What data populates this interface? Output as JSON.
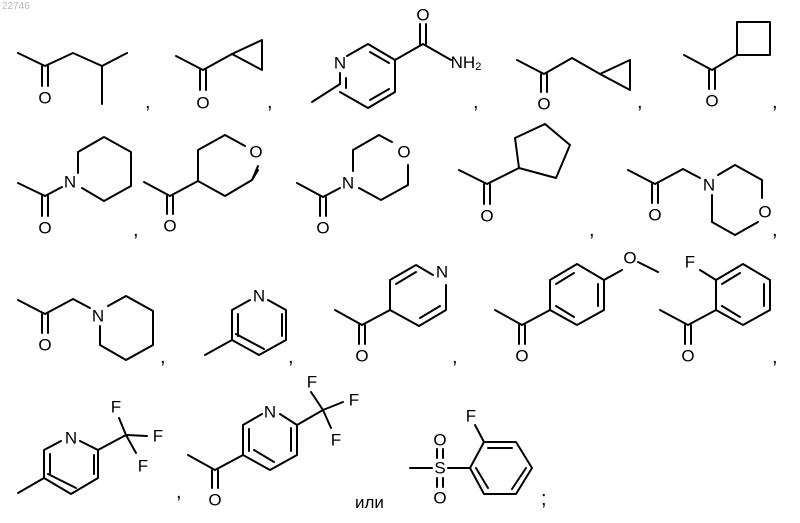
{
  "page_id": "22746",
  "separator_comma": ",",
  "conjunction": "или",
  "terminator": ";",
  "atoms": {
    "oxygen": "O",
    "nitrogen": "N",
    "fluorine": "F",
    "sulfur": "S",
    "amide_nh2": "NH",
    "amide_nh2_subscript": "2"
  }
}
